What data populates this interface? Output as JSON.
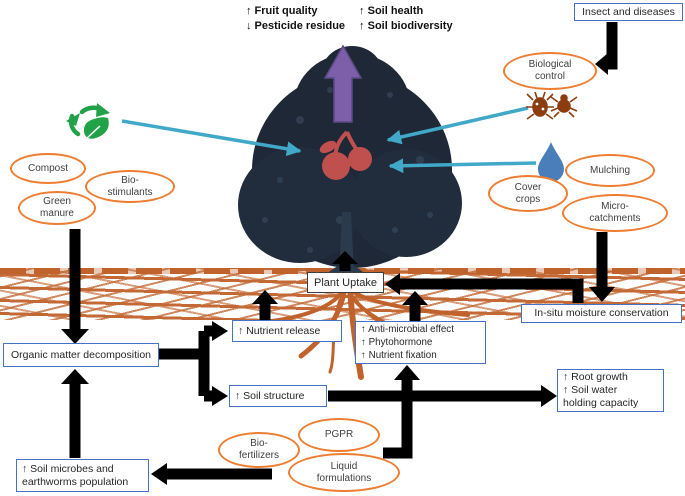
{
  "title": "Soil health and sustainable fruit production diagram",
  "headline": {
    "left": [
      "↑ Fruit quality",
      "↓ Pesticide residue"
    ],
    "right": [
      "↑ Soil health",
      "↑ Soil biodiversity"
    ]
  },
  "boxes": {
    "insect_diseases": "Insect and diseases",
    "plant_uptake": "Plant Uptake",
    "in_situ": "In-situ moisture conservation",
    "nutrient_release": "↑ Nutrient release",
    "microbial": {
      "lines": [
        "↑ Anti-microbial effect",
        "↑ Phytohormone",
        "↑ Nutrient fixation"
      ]
    },
    "omd": "Organic matter decomposition",
    "soil_structure": "↑ Soil structure",
    "root_growth": {
      "lines": [
        "↑ Root growth",
        "↑ Soil water",
        "holding capacity"
      ]
    },
    "soil_microbes": {
      "lines": [
        "↑ Soil microbes and",
        "earthworms population"
      ]
    }
  },
  "ovals": {
    "compost": {
      "lines": [
        "Compost"
      ]
    },
    "bio_stimulants": {
      "lines": [
        "Bio-",
        "stimulants"
      ]
    },
    "green_manure": {
      "lines": [
        "Green",
        "manure"
      ]
    },
    "biological_control": {
      "lines": [
        "Biological",
        "control"
      ]
    },
    "mulching": {
      "lines": [
        "Mulching"
      ]
    },
    "cover_crops": {
      "lines": [
        "Cover",
        "crops"
      ]
    },
    "micro_catchments": {
      "lines": [
        "Micro-",
        "catchments"
      ]
    },
    "bio_fertilizers": {
      "lines": [
        "Bio-",
        "fertilizers"
      ]
    },
    "pgpr": {
      "lines": [
        "PGPR"
      ]
    },
    "liquid_formulations": {
      "lines": [
        "Liquid",
        "formulations"
      ]
    }
  },
  "icons": {
    "recycle_leaf": {
      "meaning": "organic recycling",
      "color": "#21A249"
    },
    "water_drop": {
      "meaning": "water / moisture",
      "color": "#4A7EBB"
    },
    "beetle": {
      "meaning": "beneficial insect",
      "color": "#8C3D0F"
    },
    "mite": {
      "meaning": "pest insect",
      "color": "#8C3D0F"
    },
    "cherry_tree": {
      "meaning": "fruit tree",
      "foliage": "#1E2836",
      "fruit": "#C0504D"
    },
    "growth_arrow": {
      "meaning": "improved growth / yield",
      "color": "#7C5FA8"
    }
  },
  "colors": {
    "box_border_blue": "#4472C4",
    "oval_border_orange": "#ED7D31",
    "connector_black": "#000000",
    "connector_teal": "#41A8C8",
    "roots_orange": "#C0622B"
  }
}
